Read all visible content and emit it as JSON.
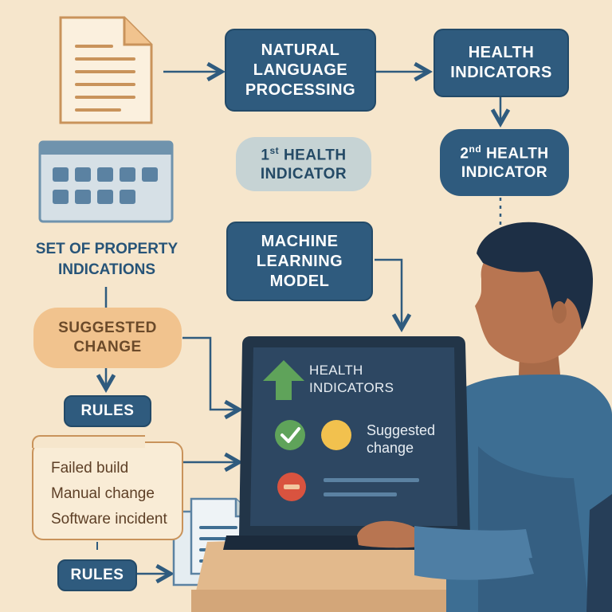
{
  "nodes": {
    "nlp": "NATURAL LANGUAGE PROCESSING",
    "health_indicators_top": "HEALTH INDICATORS",
    "first_health_sup": "st",
    "first_health_num": "1",
    "first_health_text": "HEALTH INDICATOR",
    "second_health_num": "2",
    "second_health_sup": "nd",
    "second_health_text": "HEALTH INDICATOR",
    "set_of_property": "SET OF PROPERTY INDICATIONS",
    "ml_model": "MACHINE LEARNING MODEL",
    "suggested_change": "SUGGESTED CHANGE",
    "rules_1": "RULES",
    "rules_2": "RULES"
  },
  "events_list": [
    "Failed build",
    "Manual change",
    "Software incident"
  ],
  "laptop_screen": {
    "health_indicators": "HEALTH INDICATORS",
    "suggested_change": "Suggested change"
  },
  "colors": {
    "background": "#f6e6cc",
    "navy": "#2f5b7e",
    "peach": "#f1c38e",
    "light_pill": "#c6d3d4",
    "green": "#5fa35a",
    "yellow": "#f2c14e",
    "red": "#d9533f"
  },
  "icons": [
    "document-icon",
    "calendar-icon",
    "check-icon",
    "up-arrow-icon",
    "minus-icon",
    "person-illustration",
    "laptop-illustration"
  ]
}
